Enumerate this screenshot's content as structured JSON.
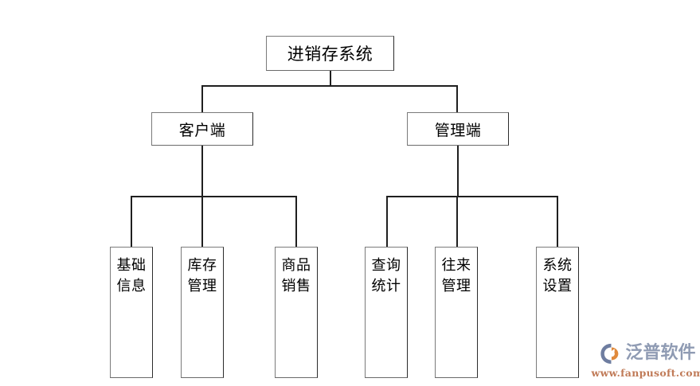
{
  "diagram": {
    "type": "organization-tree",
    "title": "进销存系统",
    "root": {
      "label": "进销存系统"
    },
    "level2": [
      {
        "label": "客户端"
      },
      {
        "label": "管理端"
      }
    ],
    "leaves": [
      {
        "label": "基础信息",
        "parent": "客户端"
      },
      {
        "label": "库存管理",
        "parent": "客户端"
      },
      {
        "label": "商品销售",
        "parent": "客户端"
      },
      {
        "label": "查询统计",
        "parent": "管理端"
      },
      {
        "label": "往来管理",
        "parent": "管理端"
      },
      {
        "label": "系统设置",
        "parent": "管理端"
      }
    ]
  },
  "watermark": {
    "brand": "泛普软件",
    "url": "www.fanpusoft.com",
    "brand_color": "#8f9bb3",
    "url_color": "#c07a57",
    "mark_blue": "#6e7da0",
    "mark_orange": "#e08a3c"
  },
  "colors": {
    "background": "#ffffff",
    "box_border": "#7a7a7a",
    "connector": "#1f1f1f",
    "text": "#000000"
  }
}
